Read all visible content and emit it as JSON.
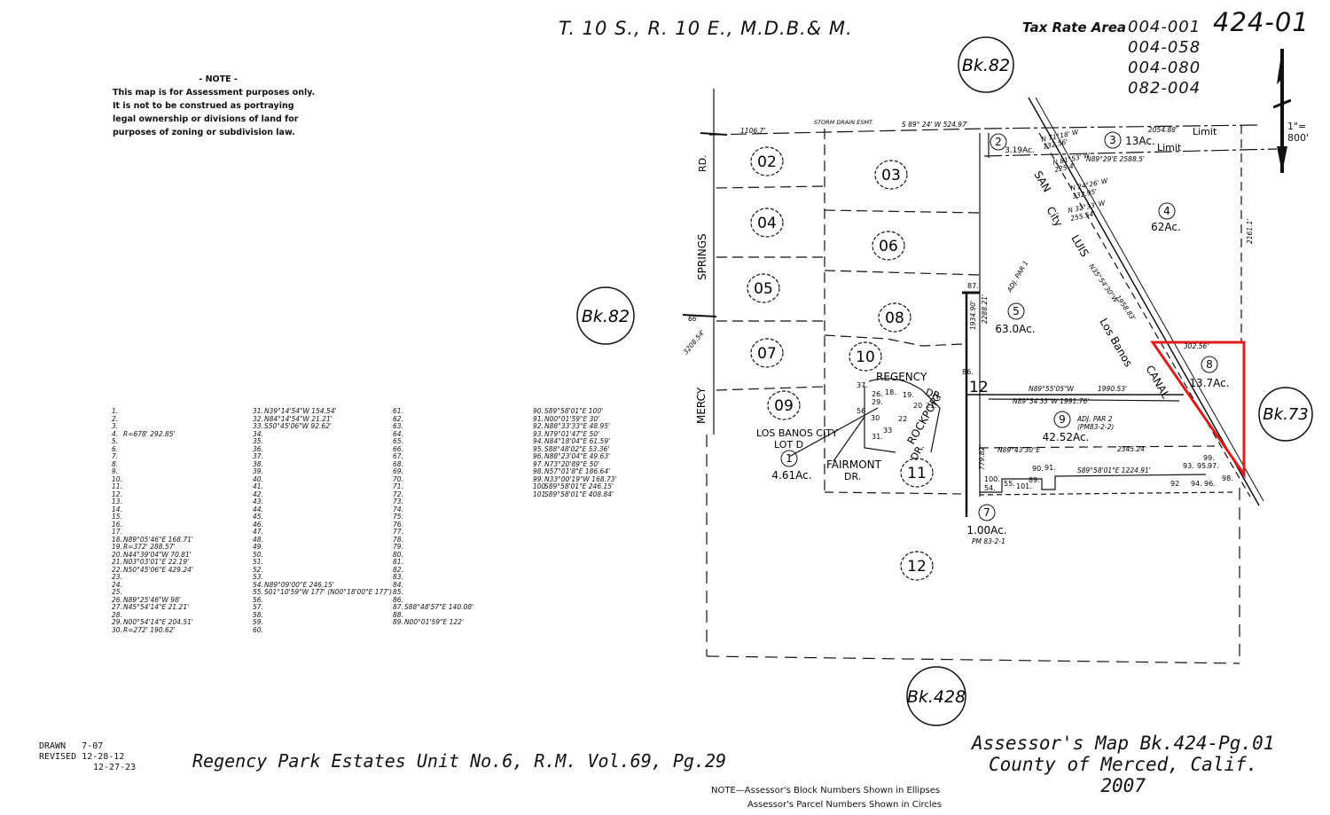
{
  "header": {
    "title": "T. 10 S., R. 10 E., M.D.B.& M.",
    "tax_rate_area_label": "Tax Rate Area",
    "tax_rate_areas": [
      "004-001",
      "004-058",
      "004-080",
      "082-004"
    ],
    "map_number": "424-01",
    "scale": "1\"= 800'"
  },
  "note": {
    "heading": "- NOTE -",
    "lines": [
      "This map is for Assessment purposes only.",
      "It is not to be construed as portraying",
      "legal ownership or divisions of land for",
      "purposes of zoning or subdivision law."
    ]
  },
  "bearing_table": {
    "col1": [
      [
        "1.",
        ""
      ],
      [
        "2.",
        ""
      ],
      [
        "3.",
        ""
      ],
      [
        "4.",
        "R=678' 292.85'"
      ],
      [
        "5.",
        ""
      ],
      [
        "6.",
        ""
      ],
      [
        "7.",
        ""
      ],
      [
        "8.",
        ""
      ],
      [
        "9.",
        ""
      ],
      [
        "10.",
        ""
      ],
      [
        "11.",
        ""
      ],
      [
        "12.",
        ""
      ],
      [
        "13.",
        ""
      ],
      [
        "14.",
        ""
      ],
      [
        "15.",
        ""
      ],
      [
        "16.",
        ""
      ],
      [
        "17.",
        ""
      ],
      [
        "18.",
        "N89°05'46\"E 168.71'"
      ],
      [
        "19.",
        "R=372' 288.57'"
      ],
      [
        "20.",
        "N44°39'04\"W 70.81'"
      ],
      [
        "21.",
        "N03°03'01\"E 22.19'"
      ],
      [
        "22.",
        "N50°45'06\"E 429.24'"
      ],
      [
        "23.",
        ""
      ],
      [
        "24.",
        ""
      ],
      [
        "25.",
        ""
      ],
      [
        "26.",
        "N89°25'46\"W 98'"
      ],
      [
        "27.",
        "N45°54'14\"E 21.21'"
      ],
      [
        "28.",
        ""
      ],
      [
        "29.",
        "N00°54'14\"E 204.51'"
      ],
      [
        "30.",
        "R=272' 190.62'"
      ]
    ],
    "col2": [
      [
        "31.",
        "N39°14'54\"W 154.54'"
      ],
      [
        "32.",
        "N84°14'54\"W 21.21'"
      ],
      [
        "33.",
        "S50°45'06\"W 92.62'"
      ],
      [
        "34.",
        ""
      ],
      [
        "35.",
        ""
      ],
      [
        "36.",
        ""
      ],
      [
        "37.",
        ""
      ],
      [
        "38.",
        ""
      ],
      [
        "39.",
        ""
      ],
      [
        "40.",
        ""
      ],
      [
        "41.",
        ""
      ],
      [
        "42.",
        ""
      ],
      [
        "43.",
        ""
      ],
      [
        "44.",
        ""
      ],
      [
        "45.",
        ""
      ],
      [
        "46.",
        ""
      ],
      [
        "47.",
        ""
      ],
      [
        "48.",
        ""
      ],
      [
        "49.",
        ""
      ],
      [
        "50.",
        ""
      ],
      [
        "51.",
        ""
      ],
      [
        "52.",
        ""
      ],
      [
        "53.",
        ""
      ],
      [
        "54.",
        "N89°09'00\"E 246.15'"
      ],
      [
        "55.",
        "S01°10'59\"W 177' (N00°18'00\"E 177')"
      ],
      [
        "56.",
        ""
      ],
      [
        "57.",
        ""
      ],
      [
        "58.",
        ""
      ],
      [
        "59.",
        ""
      ],
      [
        "60.",
        ""
      ]
    ],
    "col3": [
      [
        "61.",
        ""
      ],
      [
        "62.",
        ""
      ],
      [
        "63.",
        ""
      ],
      [
        "64.",
        ""
      ],
      [
        "65.",
        ""
      ],
      [
        "66.",
        ""
      ],
      [
        "67.",
        ""
      ],
      [
        "68.",
        ""
      ],
      [
        "69.",
        ""
      ],
      [
        "70.",
        ""
      ],
      [
        "71.",
        ""
      ],
      [
        "72.",
        ""
      ],
      [
        "73.",
        ""
      ],
      [
        "74.",
        ""
      ],
      [
        "75.",
        ""
      ],
      [
        "76.",
        ""
      ],
      [
        "77.",
        ""
      ],
      [
        "78.",
        ""
      ],
      [
        "79.",
        ""
      ],
      [
        "80.",
        ""
      ],
      [
        "81.",
        ""
      ],
      [
        "82.",
        ""
      ],
      [
        "83.",
        ""
      ],
      [
        "84.",
        ""
      ],
      [
        "85.",
        ""
      ],
      [
        "86.",
        ""
      ],
      [
        "87.",
        "S88°48'57\"E 140.08'"
      ],
      [
        "88.",
        ""
      ],
      [
        "89.",
        "N00°01'59\"E 122'"
      ]
    ],
    "col4": [
      [
        "90.",
        "S89°58'01\"E 100'"
      ],
      [
        "91.",
        "N00°01'59\"E 30'"
      ],
      [
        "92.",
        "N88°33'33\"E 48.95'"
      ],
      [
        "93.",
        "N79°01'47\"E 50'"
      ],
      [
        "94.",
        "N84°18'04\"E 61.59'"
      ],
      [
        "95.",
        "S88°48'02\"E 53.36'"
      ],
      [
        "96.",
        "N88°23'04\"E 49.63'"
      ],
      [
        "97.",
        "N73°20'89\"E 50'"
      ],
      [
        "98.",
        "N57°01'8\"E 186.64'"
      ],
      [
        "99.",
        "N33°00'19\"W 168.73'"
      ],
      [
        "100.",
        "S89°58'01\"E 246.15'"
      ],
      [
        "101.",
        "S89°58'01\"E 408.84'"
      ]
    ]
  },
  "map": {
    "blocks": [
      "Bk.82",
      "Bk.82",
      "Bk.73",
      "Bk.428"
    ],
    "parcels": [
      {
        "num": "1",
        "area": "4.61Ac."
      },
      {
        "num": "2",
        "area": "3.19Ac."
      },
      {
        "num": "3",
        "area": "13Ac."
      },
      {
        "num": "4",
        "area": "62Ac."
      },
      {
        "num": "5",
        "area": "63.0Ac."
      },
      {
        "num": "7",
        "area": "1.00Ac."
      },
      {
        "num": "8",
        "area": "13.7Ac."
      },
      {
        "num": "9",
        "area": "42.52Ac."
      }
    ],
    "sub_blocks": [
      "02",
      "03",
      "04",
      "05",
      "06",
      "07",
      "08",
      "09",
      "10",
      "11",
      "12"
    ],
    "labels": {
      "road_springs": "SPRINGS",
      "road_rd": "RD.",
      "road_mercy": "MERCY",
      "regency": "REGENCY",
      "regency_dr": "DR.",
      "rockport": "ROCKPORT",
      "rockport_dr": "DR.",
      "fairmont": "FAIRMONT",
      "fairmont_dr": "DR.",
      "los_banos_city": "LOS BANOS CITY",
      "lot_d": "LOT D",
      "canal_san": "SAN",
      "canal_luis": "LUIS",
      "canal_city": "City",
      "canal_canal": "CANAL",
      "canal_losbanos": "Los Banos",
      "storm": "STORM DRAIN ESMT.",
      "limit1": "Limit",
      "limit2": "Limit",
      "adj1": "ADJ. PAR 1",
      "adj2": "ADJ. PAR 2",
      "adj2b": "(PM83-2-2)",
      "pm7": "PM 83-2-1",
      "dim_1106": "1106.7'",
      "dim_66": "66'",
      "dim_top": "S 89° 24' W 524.97'",
      "dim_n89a": "N89°55'05\"W",
      "dim_n89a_len": "1990.53'",
      "dim_n89b": "N89°54'33\"W 1991.76'",
      "dim_n89c": "N89°43'30\"E",
      "dim_2345": "2345.24'",
      "dim_s89": "S89°58'01\"E 1224.91'",
      "dim_n89e": "N89°29'E 2588.5'",
      "dim_2054": "2054.88'",
      "dim_1934": "1934.90'",
      "dim_2288": "2288.21'",
      "dim_7798": "779.82'",
      "dim_302": "302.56'",
      "dim_2161": "2161.1'",
      "dim_3208": "3208.54'",
      "n24": "N 24°26' W",
      "n24b": "332.95'",
      "n32": "N 32°33' W",
      "n32b": "255.54'",
      "n71": "N 71°18' W",
      "n71b": "132.56'",
      "n81": "N 81°53' W",
      "n81b": "225.4'",
      "n35": "N35°54'30\"W",
      "n35b": "1958.83'",
      "num12": "12",
      "num87": "87.",
      "num86": "86.",
      "num37": "37.",
      "num26": "26.",
      "num18": "18.",
      "num19": "19.",
      "num20": "20",
      "num21": "21.",
      "num29": "29.",
      "num30": "30",
      "num22": "22",
      "num33": "33",
      "num31": "31.",
      "num56": "56",
      "num90": "90.",
      "num91": "91.",
      "num89": "89.",
      "num55": "55.",
      "num101": "101.",
      "num100": "100.",
      "num54": "54.",
      "num93": "93.",
      "num95": "95.",
      "num97": "97.",
      "num92": "92",
      "num94": "94.",
      "num96": "96.",
      "num98": "98.",
      "num99": "99."
    }
  },
  "footer": {
    "drawn_label": "DRAWN",
    "drawn_date": "7-07",
    "revised_label": "REVISED",
    "revised_dates": [
      "12-28-12",
      "12-27-23"
    ],
    "subdivision": "Regency Park Estates Unit No.6, R.M. Vol.69, Pg.29",
    "assessor": [
      "Assessor's Map Bk.424-Pg.01",
      "County of Merced, Calif.",
      "2007"
    ],
    "notes": [
      "NOTE—Assessor's Block Numbers Shown in Ellipses",
      "Assessor's Parcel Numbers Shown in Circles"
    ]
  },
  "colors": {
    "highlight": "#e01b1b",
    "ink": "#111111"
  }
}
